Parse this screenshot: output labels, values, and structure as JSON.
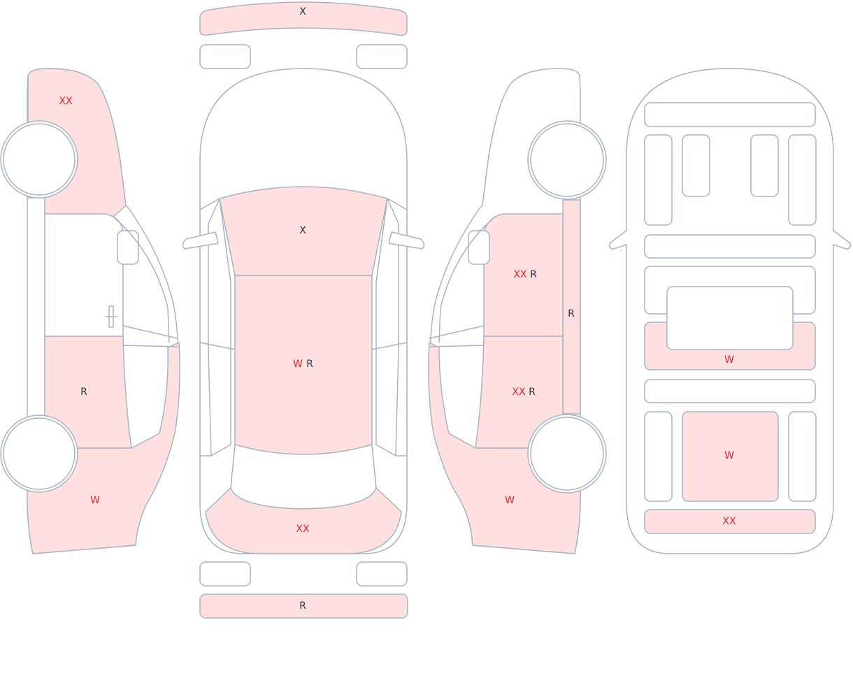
{
  "colors": {
    "outline": "#a9b3c2",
    "damage_fill": "#fde0df",
    "code_red": "#e5232b",
    "code_dark": "#2b3442"
  },
  "labels": {
    "front_bumper": "X",
    "hood": "X",
    "roof_w": "W",
    "roof_r": "R",
    "trunk": "XX",
    "rear_bumper": "R",
    "left_front_fender": "XX",
    "left_rear_door": "R",
    "left_rear_quarter": "W",
    "right_front_door_xx": "XX",
    "right_front_door_r": "R",
    "right_rocker": "R",
    "right_rear_door_xx": "XX",
    "right_rear_door_r": "R",
    "right_rear_quarter": "W",
    "interior_rear_seat": "W",
    "interior_cargo": "W",
    "interior_rear_panel": "XX"
  }
}
